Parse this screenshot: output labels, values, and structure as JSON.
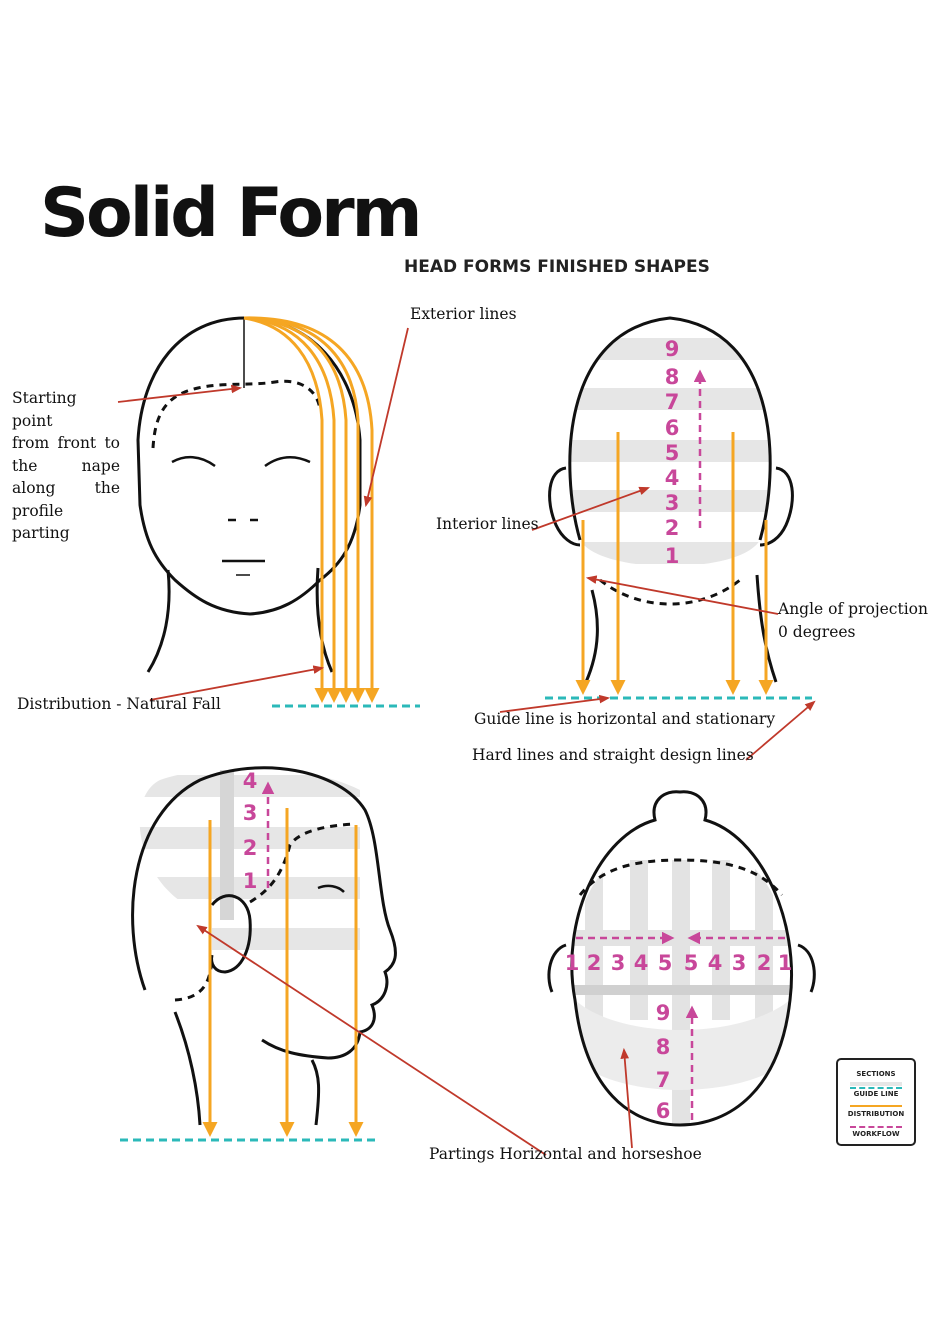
{
  "title": "Solid Form",
  "subtitle": "HEAD FORMS FINISHED SHAPES",
  "labels": {
    "exterior_lines": "Exterior lines",
    "starting_point": [
      "Starting point",
      "from front to",
      "the nape",
      "along the",
      "profile",
      "parting"
    ],
    "interior_lines": "Interior lines",
    "angle_of_projection": [
      "Angle of projection",
      "0 degrees"
    ],
    "distribution": "Distribution - Natural Fall",
    "guide_line": "Guide line is horizontal and stationary",
    "hard_lines": "Hard lines and straight design lines",
    "partings": "Partings Horizontal and horseshoe"
  },
  "back_head_numbers": [
    "9",
    "8",
    "7",
    "6",
    "5",
    "4",
    "3",
    "2",
    "1"
  ],
  "side_head_numbers": [
    "4",
    "3",
    "2",
    "1"
  ],
  "top_head_row_numbers": [
    "1",
    "2",
    "3",
    "4",
    "5",
    "5",
    "4",
    "3",
    "2",
    "1"
  ],
  "top_head_column_numbers": [
    "9",
    "8",
    "7",
    "6"
  ],
  "legend": {
    "sections": "SECTIONS",
    "guide_line": "GUIDE LINE",
    "distribution": "DISTRIBUTION",
    "workflow": "WORKFLOW"
  },
  "colors": {
    "distribution": "#f5a623",
    "guide_line": "#2bb9b9",
    "workflow": "#c8479a",
    "annotation_arrow": "#c0392b",
    "section_band": "#e6e6e6",
    "outline": "#111111"
  }
}
